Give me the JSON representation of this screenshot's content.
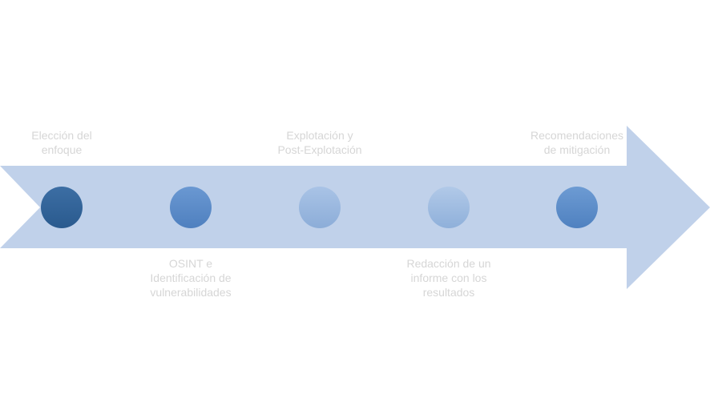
{
  "process": {
    "arrow_color": "#c0d1ea",
    "label_color": "#d6d6d6",
    "stages": [
      {
        "id": "eleccion",
        "label_lines": [
          "Elección del",
          "enfoque"
        ],
        "label_position": "above",
        "node_gradient": [
          "#3c6ea4",
          "#2a5a8e"
        ]
      },
      {
        "id": "osint",
        "label_lines": [
          "OSINT e",
          "Identificación de",
          "vulnerabilidades"
        ],
        "label_position": "below",
        "node_gradient": [
          "#6a98d2",
          "#4f80bf"
        ]
      },
      {
        "id": "explotacion",
        "label_lines": [
          "Explotación y",
          "Post-Explotación"
        ],
        "label_position": "above",
        "node_gradient": [
          "#a9c3e6",
          "#8cadd8"
        ]
      },
      {
        "id": "redaccion",
        "label_lines": [
          "Redacción de un",
          "informe con los",
          "resultados"
        ],
        "label_position": "below",
        "node_gradient": [
          "#b1c9e8",
          "#8fb0da"
        ]
      },
      {
        "id": "recomendaciones",
        "label_lines": [
          "Recomendaciones",
          "de mitigación"
        ],
        "label_position": "above",
        "node_gradient": [
          "#6d9bd3",
          "#4f81c0"
        ]
      }
    ]
  }
}
